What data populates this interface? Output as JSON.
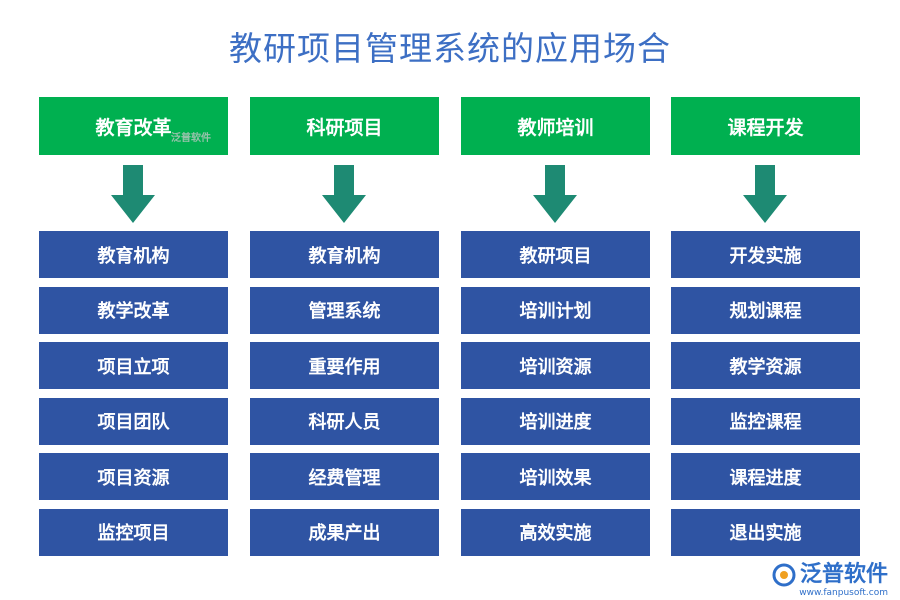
{
  "title": "教研项目管理系统的应用场合",
  "colors": {
    "header": "#00b050",
    "item": "#2f54a3",
    "arrow": "#1e8a73",
    "title": "#3d6fc4"
  },
  "columns": [
    {
      "header": "教育改革",
      "items": [
        "教育机构",
        "教学改革",
        "项目立项",
        "项目团队",
        "项目资源",
        "监控项目"
      ]
    },
    {
      "header": "科研项目",
      "items": [
        "教育机构",
        "管理系统",
        "重要作用",
        "科研人员",
        "经费管理",
        "成果产出"
      ]
    },
    {
      "header": "教师培训",
      "items": [
        "教研项目",
        "培训计划",
        "培训资源",
        "培训进度",
        "培训效果",
        "高效实施"
      ]
    },
    {
      "header": "课程开发",
      "items": [
        "开发实施",
        "规划课程",
        "教学资源",
        "监控课程",
        "课程进度",
        "退出实施"
      ]
    }
  ],
  "watermark": {
    "small": "泛普软件",
    "brand": "泛普软件",
    "url": "www.fanpusoft.com"
  }
}
